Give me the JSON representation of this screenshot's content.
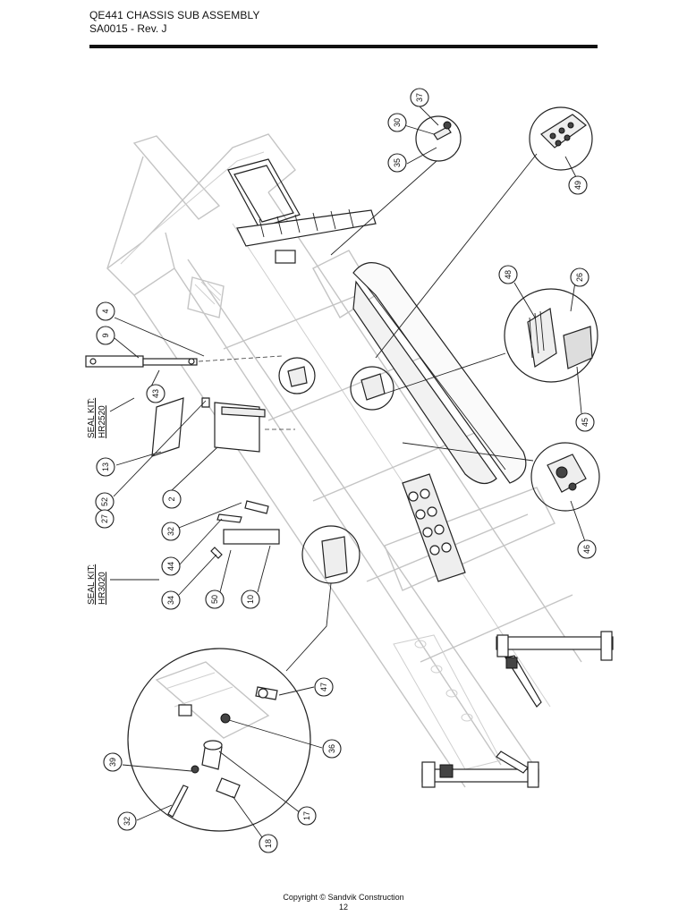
{
  "header": {
    "title": "QE441 CHASSIS SUB ASSEMBLY",
    "subtitle": "SA0015 - Rev. J"
  },
  "seal_kits": [
    {
      "label": "SEAL KIT:",
      "code": "HR2520"
    },
    {
      "label": "SEAL KIT:",
      "code": "HR3020"
    }
  ],
  "callouts": [
    "37",
    "30",
    "35",
    "49",
    "4",
    "9",
    "43",
    "48",
    "26",
    "45",
    "13",
    "52",
    "2",
    "27",
    "46",
    "32",
    "44",
    "34",
    "50",
    "10",
    "47",
    "36",
    "39",
    "17",
    "18",
    "32"
  ],
  "footer": {
    "copyright": "Copyright © Sandvik Construction",
    "page": "12"
  }
}
